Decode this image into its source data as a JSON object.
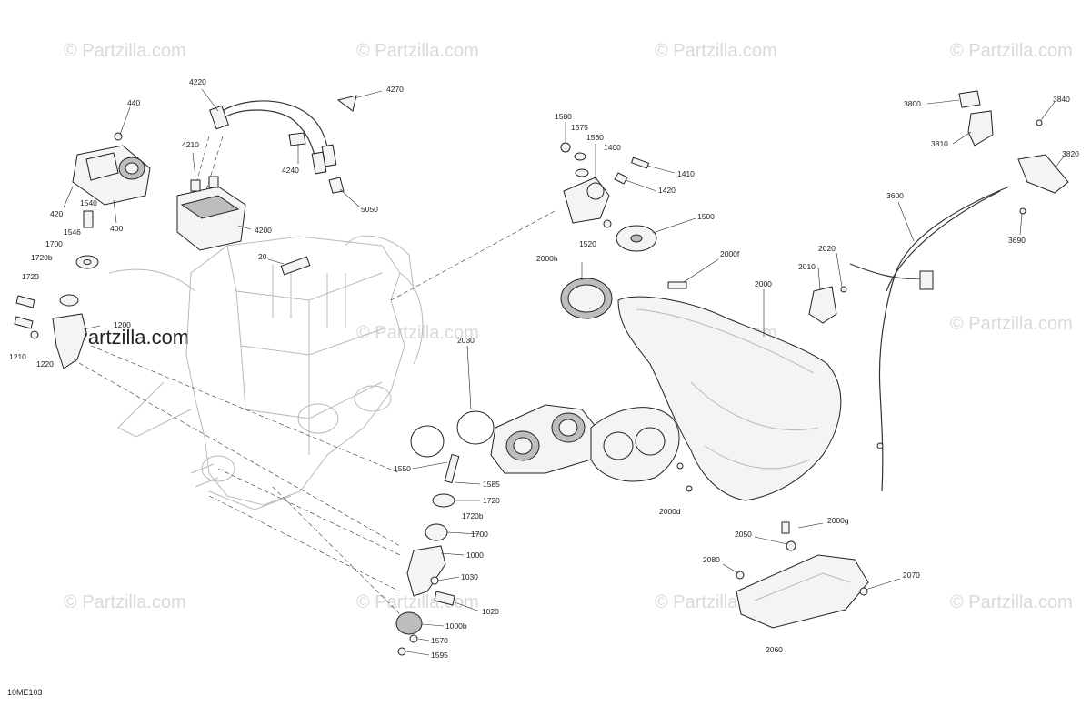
{
  "diagram": {
    "reference_code": "10ME103",
    "watermark_text": "© Partzilla.com",
    "brand_watermark": "©Partzilla.com",
    "callouts": [
      {
        "id": "440",
        "text": "440"
      },
      {
        "id": "420",
        "text": "420"
      },
      {
        "id": "400",
        "text": "400"
      },
      {
        "id": "4220",
        "text": "4220"
      },
      {
        "id": "4270",
        "text": "4270"
      },
      {
        "id": "4210",
        "text": "4210"
      },
      {
        "id": "4240",
        "text": "4240"
      },
      {
        "id": "4200",
        "text": "4200"
      },
      {
        "id": "5050",
        "text": "5050"
      },
      {
        "id": "1540",
        "text": "1540"
      },
      {
        "id": "1546",
        "text": "1546"
      },
      {
        "id": "1700a",
        "text": "1700"
      },
      {
        "id": "1720ba",
        "text": "1720b"
      },
      {
        "id": "1720a",
        "text": "1720"
      },
      {
        "id": "1200",
        "text": "1200"
      },
      {
        "id": "1210",
        "text": "1210"
      },
      {
        "id": "1220",
        "text": "1220"
      },
      {
        "id": "20",
        "text": "20"
      },
      {
        "id": "1580",
        "text": "1580"
      },
      {
        "id": "1575",
        "text": "1575"
      },
      {
        "id": "1560",
        "text": "1560"
      },
      {
        "id": "1400",
        "text": "1400"
      },
      {
        "id": "1410",
        "text": "1410"
      },
      {
        "id": "1420",
        "text": "1420"
      },
      {
        "id": "1500",
        "text": "1500"
      },
      {
        "id": "1520",
        "text": "1520"
      },
      {
        "id": "2000h",
        "text": "2000h"
      },
      {
        "id": "2000f",
        "text": "2000f"
      },
      {
        "id": "2000",
        "text": "2000"
      },
      {
        "id": "2010",
        "text": "2010"
      },
      {
        "id": "2020",
        "text": "2020"
      },
      {
        "id": "2030",
        "text": "2030"
      },
      {
        "id": "1550",
        "text": "1550"
      },
      {
        "id": "1585",
        "text": "1585"
      },
      {
        "id": "1720b",
        "text": "1720"
      },
      {
        "id": "1720bb",
        "text": "1720b"
      },
      {
        "id": "1700b",
        "text": "1700"
      },
      {
        "id": "1000",
        "text": "1000"
      },
      {
        "id": "1030",
        "text": "1030"
      },
      {
        "id": "1020",
        "text": "1020"
      },
      {
        "id": "1000b",
        "text": "1000b"
      },
      {
        "id": "1570",
        "text": "1570"
      },
      {
        "id": "1595",
        "text": "1595"
      },
      {
        "id": "2000d",
        "text": "2000d"
      },
      {
        "id": "2000g",
        "text": "2000g"
      },
      {
        "id": "2050",
        "text": "2050"
      },
      {
        "id": "2080",
        "text": "2080"
      },
      {
        "id": "2070",
        "text": "2070"
      },
      {
        "id": "2060",
        "text": "2060"
      },
      {
        "id": "3800",
        "text": "3800"
      },
      {
        "id": "3810",
        "text": "3810"
      },
      {
        "id": "3840",
        "text": "3840"
      },
      {
        "id": "3820",
        "text": "3820"
      },
      {
        "id": "3600",
        "text": "3600"
      },
      {
        "id": "3690",
        "text": "3690"
      }
    ]
  }
}
